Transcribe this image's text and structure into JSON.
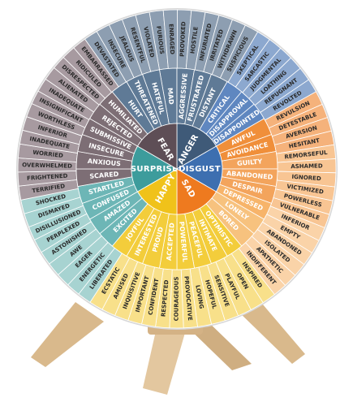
{
  "wheel": {
    "core": [
      {
        "word": "ANGER",
        "color": "#3f5a78"
      },
      {
        "word": "DISGUST",
        "color": "#3d6fb0"
      },
      {
        "word": "SAD",
        "color": "#ee7a1f"
      },
      {
        "word": "HAPPY",
        "color": "#f0c21a"
      },
      {
        "word": "SURPRISE",
        "color": "#3d9c9c"
      },
      {
        "word": "FEAR",
        "color": "#5e4e56"
      }
    ],
    "middle": [
      {
        "word": "MAD",
        "color": "#5f7a96"
      },
      {
        "word": "AGGRESSIVE",
        "color": "#5f7a96"
      },
      {
        "word": "FRUSTRATED",
        "color": "#5f7a96"
      },
      {
        "word": "DISTANT",
        "color": "#5f7a96"
      },
      {
        "word": "CRITICAL",
        "color": "#5f87c0"
      },
      {
        "word": "DISAPPROVAL",
        "color": "#5f87c0"
      },
      {
        "word": "DISAPPOINTED",
        "color": "#5f87c0"
      },
      {
        "word": "AWFUL",
        "color": "#f08f3a"
      },
      {
        "word": "AVOIDANCE",
        "color": "#f08f3a"
      },
      {
        "word": "GUILTY",
        "color": "#f3a45c"
      },
      {
        "word": "ABANDONED",
        "color": "#f3a45c"
      },
      {
        "word": "DESPAIR",
        "color": "#f3a45c"
      },
      {
        "word": "DEPRESSED",
        "color": "#f7b46a"
      },
      {
        "word": "LONELY",
        "color": "#f7c27e"
      },
      {
        "word": "BORED",
        "color": "#f7c27e"
      },
      {
        "word": "OPTIMISTIC",
        "color": "#f3cd3b"
      },
      {
        "word": "INTIMATE",
        "color": "#f3cd3b"
      },
      {
        "word": "PEACEFUL",
        "color": "#f3cd3b"
      },
      {
        "word": "POWERFUL",
        "color": "#f3cd3b"
      },
      {
        "word": "ACCEPTED",
        "color": "#f3cd3b"
      },
      {
        "word": "PROUD",
        "color": "#f3cd3b"
      },
      {
        "word": "INTERESTED",
        "color": "#f3cd3b"
      },
      {
        "word": "JOYFUL",
        "color": "#f3cd3b"
      },
      {
        "word": "EXCITED",
        "color": "#6db6b6"
      },
      {
        "word": "AMAZED",
        "color": "#6db6b6"
      },
      {
        "word": "CONFUSED",
        "color": "#6db6b6"
      },
      {
        "word": "STARTLED",
        "color": "#6db6b6"
      },
      {
        "word": "SCARED",
        "color": "#7d6e75"
      },
      {
        "word": "ANXIOUS",
        "color": "#7d6e75"
      },
      {
        "word": "INSECURE",
        "color": "#7d6e75"
      },
      {
        "word": "SUBMISSIVE",
        "color": "#7d6e75"
      },
      {
        "word": "REJECTED",
        "color": "#7d6e75"
      },
      {
        "word": "HUMILIATED",
        "color": "#7d6e75"
      },
      {
        "word": "HURT",
        "color": "#5f7a96"
      },
      {
        "word": "THREATENED",
        "color": "#5f7a96"
      },
      {
        "word": "HATEFUL",
        "color": "#5f7a96"
      }
    ],
    "outer": [
      {
        "word": "FURIOUS",
        "color": "#8d9eb1"
      },
      {
        "word": "ENRAGED",
        "color": "#8d9eb1"
      },
      {
        "word": "PROVOKED",
        "color": "#8d9eb1"
      },
      {
        "word": "HOSTILE",
        "color": "#8d9eb1"
      },
      {
        "word": "INFURIATED",
        "color": "#8d9eb1"
      },
      {
        "word": "IRRITATED",
        "color": "#8d9eb1"
      },
      {
        "word": "WITHDRAWN",
        "color": "#8d9eb1"
      },
      {
        "word": "SUSPICIOUS",
        "color": "#8d9eb1"
      },
      {
        "word": "SKEPTICAL",
        "color": "#8ca8cf"
      },
      {
        "word": "SARCASTIC",
        "color": "#8ca8cf"
      },
      {
        "word": "JUDGMENTAL",
        "color": "#8ca8cf"
      },
      {
        "word": "LOATHING",
        "color": "#8ca8cf"
      },
      {
        "word": "REPUGNANT",
        "color": "#8ca8cf"
      },
      {
        "word": "REVOLTED",
        "color": "#8ca8cf"
      },
      {
        "word": "REVULSION",
        "color": "#f5b27b"
      },
      {
        "word": "DETESTABLE",
        "color": "#f5b27b"
      },
      {
        "word": "AVERSION",
        "color": "#f5b27b"
      },
      {
        "word": "HESITANT",
        "color": "#f5b27b"
      },
      {
        "word": "REMORSEFUL",
        "color": "#f8c593"
      },
      {
        "word": "ASHAMED",
        "color": "#f8c593"
      },
      {
        "word": "IGNORED",
        "color": "#f8c593"
      },
      {
        "word": "VICTIMIZED",
        "color": "#f8c593"
      },
      {
        "word": "POWERLESS",
        "color": "#f8c593"
      },
      {
        "word": "VULNERABLE",
        "color": "#f8c593"
      },
      {
        "word": "INFERIOR",
        "color": "#fad3a8"
      },
      {
        "word": "EMPTY",
        "color": "#fad3a8"
      },
      {
        "word": "ABANDONED",
        "color": "#fad3a8"
      },
      {
        "word": "ISOLATED",
        "color": "#fad3a8"
      },
      {
        "word": "APATHETIC",
        "color": "#fad3a8"
      },
      {
        "word": "INDIFFERENT",
        "color": "#fad3a8"
      },
      {
        "word": "INSPIRED",
        "color": "#f8e08a"
      },
      {
        "word": "OPEN",
        "color": "#f8e08a"
      },
      {
        "word": "PLAYFUL",
        "color": "#f8e08a"
      },
      {
        "word": "SENSITIVE",
        "color": "#f8e08a"
      },
      {
        "word": "HOPEFUL",
        "color": "#f8e08a"
      },
      {
        "word": "LOVING",
        "color": "#f8e08a"
      },
      {
        "word": "PROVOCATIVE",
        "color": "#f8e08a"
      },
      {
        "word": "COURAGEOUS",
        "color": "#f8e08a"
      },
      {
        "word": "RESPECTED",
        "color": "#f8e08a"
      },
      {
        "word": "CONFIDENT",
        "color": "#f8e08a"
      },
      {
        "word": "IMPORTANT",
        "color": "#f8e08a"
      },
      {
        "word": "INQUISITIVE",
        "color": "#f8e08a"
      },
      {
        "word": "AMUSED",
        "color": "#f8e08a"
      },
      {
        "word": "ECSTATIC",
        "color": "#f8e08a"
      },
      {
        "word": "LIBERATED",
        "color": "#a7d3d1"
      },
      {
        "word": "ENERGETIC",
        "color": "#a7d3d1"
      },
      {
        "word": "EAGER",
        "color": "#a7d3d1"
      },
      {
        "word": "AWE",
        "color": "#a7d3d1"
      },
      {
        "word": "ASTONISHED",
        "color": "#a7d3d1"
      },
      {
        "word": "PERPLEXED",
        "color": "#a7d3d1"
      },
      {
        "word": "DISILLUSIONED",
        "color": "#a7d3d1"
      },
      {
        "word": "DISMAYED",
        "color": "#a7d3d1"
      },
      {
        "word": "SHOCKED",
        "color": "#a7d3d1"
      },
      {
        "word": "TERRIFIED",
        "color": "#a79aa0"
      },
      {
        "word": "FRIGHTENED",
        "color": "#a79aa0"
      },
      {
        "word": "OVERWHELMED",
        "color": "#a79aa0"
      },
      {
        "word": "WORRIED",
        "color": "#a79aa0"
      },
      {
        "word": "INADEQUATE",
        "color": "#a79aa0"
      },
      {
        "word": "INFERIOR",
        "color": "#a79aa0"
      },
      {
        "word": "WORTHLESS",
        "color": "#a79aa0"
      },
      {
        "word": "INSIGNIFICANT",
        "color": "#a79aa0"
      },
      {
        "word": "INADEQUATE",
        "color": "#a79aa0"
      },
      {
        "word": "ALIENATED",
        "color": "#a79aa0"
      },
      {
        "word": "DISRESPECTED",
        "color": "#a79aa0"
      },
      {
        "word": "RIDICULED",
        "color": "#a79aa0"
      },
      {
        "word": "EMBARRASSED",
        "color": "#a79aa0"
      },
      {
        "word": "DEVASTATED",
        "color": "#8d9eb1"
      },
      {
        "word": "INSECURE",
        "color": "#8d9eb1"
      },
      {
        "word": "JEALOUS",
        "color": "#8d9eb1"
      },
      {
        "word": "RESENTFUL",
        "color": "#8d9eb1"
      },
      {
        "word": "VIOLATED",
        "color": "#8d9eb1"
      }
    ]
  },
  "stand_color": "#e3c79f"
}
